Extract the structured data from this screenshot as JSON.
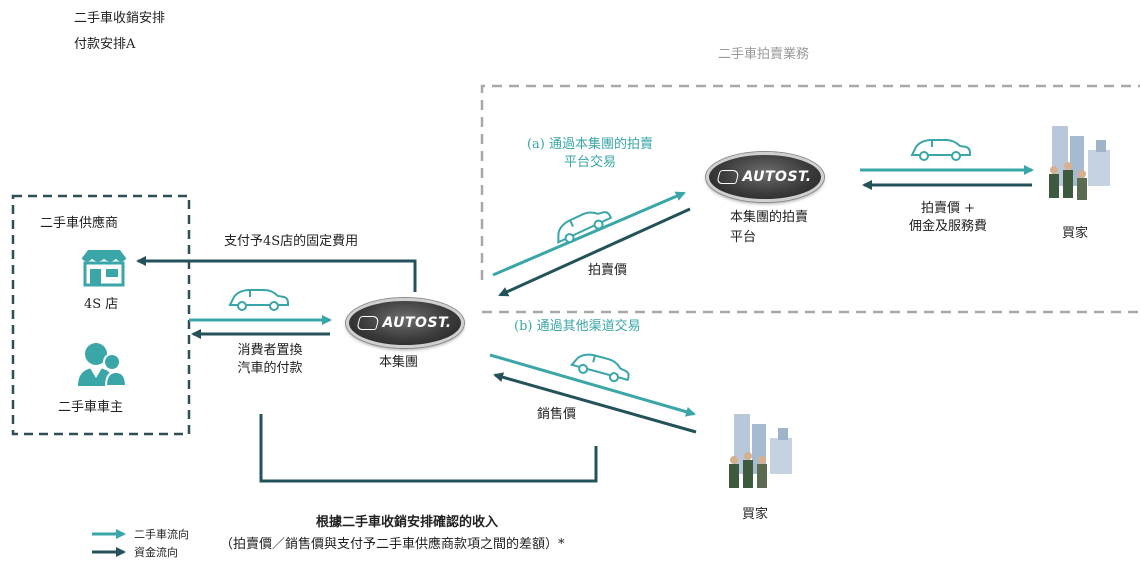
{
  "header": {
    "line1": "二手車收銷安排",
    "line2": "付款安排A"
  },
  "auction_box_title": "二手車拍賣業務",
  "supplier_box": {
    "title": "二手車供應商",
    "store_label": "4S 店",
    "owner_label": "二手車車主"
  },
  "fixed_fee_label": "支付予4S店的固定費用",
  "consumer_payment": [
    "消費者置換",
    "汽車的付款"
  ],
  "group_label": "本集團",
  "logo_text": "AUTOST.",
  "route_a": [
    "(a) 通過本集團的拍賣",
    "平台交易"
  ],
  "route_b": "(b) 通過其他渠道交易",
  "auction_price_label": "拍賣價",
  "platform_label": [
    "本集團的拍賣",
    "平台"
  ],
  "fees_label": [
    "拍賣價 +",
    "佣金及服務費"
  ],
  "buyer_label": "買家",
  "sales_price_label": "銷售價",
  "revenue_title": "根據二手車收銷安排確認的收入",
  "revenue_note": "（拍賣價／銷售價與支付予二手車供應商款項之間的差額）*",
  "legend": {
    "car_flow": "二手車流向",
    "money_flow": "資金流向"
  },
  "colors": {
    "car_flow": "#3aa6a8",
    "money_flow": "#24525a",
    "dashed_border": "#2e4f57",
    "auction_border": "#a8a8a8"
  },
  "icons": [
    "store-icon",
    "person-icon",
    "car-icon",
    "buyer-group-icon"
  ]
}
